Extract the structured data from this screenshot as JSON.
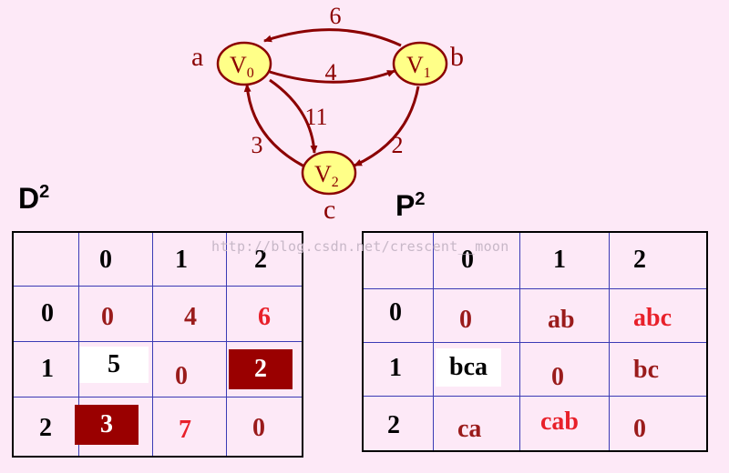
{
  "graph": {
    "nodes": [
      {
        "id": "v0",
        "label": "V",
        "sub": "0",
        "name": "a"
      },
      {
        "id": "v1",
        "label": "V",
        "sub": "1",
        "name": "b"
      },
      {
        "id": "v2",
        "label": "V",
        "sub": "2",
        "name": "c"
      }
    ],
    "edges": [
      {
        "from": "v1",
        "to": "v0",
        "weight": "6"
      },
      {
        "from": "v0",
        "to": "v1",
        "weight": "4"
      },
      {
        "from": "v0",
        "to": "v2",
        "weight": "11"
      },
      {
        "from": "v2",
        "to": "v0",
        "weight": "3"
      },
      {
        "from": "v1",
        "to": "v2",
        "weight": "2"
      }
    ],
    "colors": {
      "node_fill": "#ffff88",
      "edge": "#8b0000",
      "text": "#8b0000"
    }
  },
  "d_matrix": {
    "title": "D",
    "sup": "2",
    "col_headers": [
      "0",
      "1",
      "2"
    ],
    "row_headers": [
      "0",
      "1",
      "2"
    ],
    "cells": [
      [
        "0",
        "4",
        "6"
      ],
      [
        "5",
        "0",
        "2"
      ],
      [
        "3",
        "7",
        "0"
      ]
    ]
  },
  "p_matrix": {
    "title": "P",
    "sup": "2",
    "col_headers": [
      "0",
      "1",
      "2"
    ],
    "row_headers": [
      "0",
      "1",
      "2"
    ],
    "cells": [
      [
        "0",
        "ab",
        "abc"
      ],
      [
        "bca",
        "0",
        "bc"
      ],
      [
        "ca",
        "cab",
        "0"
      ]
    ]
  },
  "watermark": "http://blog.csdn.net/crescent__moon",
  "colors": {
    "background": "#fde9f7",
    "grid": "#3b3bb5",
    "dark_red": "#9a1b1b",
    "red": "#e8202a",
    "highlight": "#9a0000"
  }
}
